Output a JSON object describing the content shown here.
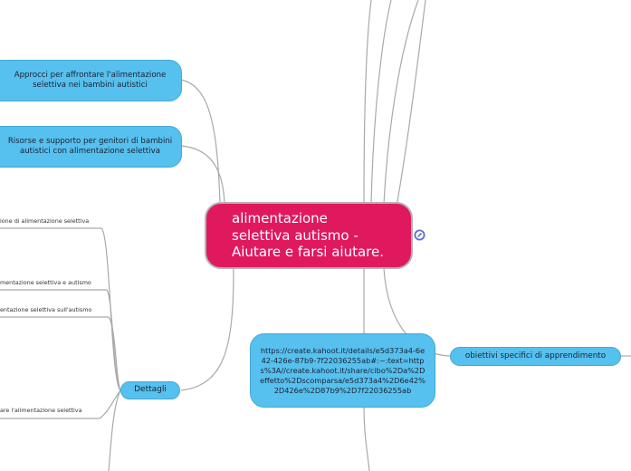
{
  "mindmap": {
    "central": "alimentazione\nselettiva autismo -\nAiutare e farsi aiutare.",
    "nodes": {
      "approcci": "Approcci per affrontare l'alimentazione selettiva nei bambini autistici",
      "risorse": "Risorse e supporto per genitori di bambini autistici con alimentazione selettiva",
      "dettagli": "Dettagli",
      "kahoot_link": "https://create.kahoot.it/details/e5d373a4-6e42-426e-87b9-7f22036255ab#:~:text=https%3A//create.kahoot.it/share/cibo%2Da%2Deffetto%2Dscomparsa/e5d373a4%2D6e42%2D426e%2D87b9%2D7f22036255ab",
      "obiettivi": "obiettivi specifici di apprendimento"
    },
    "leaves": [
      "ione di alimentazione selettiva",
      "mentazione selettiva e autismo",
      "entazione selettiva sull'autismo",
      "are l'alimentazione selettiva"
    ]
  },
  "icons": {
    "edit": "edit-note-icon"
  },
  "colors": {
    "central_fill": "#e0185e",
    "topic_fill": "#56c0ee",
    "connector": "#a9a9a9"
  }
}
